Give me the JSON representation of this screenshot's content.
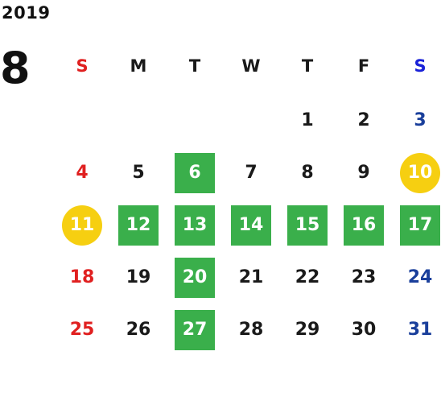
{
  "year": "2019",
  "month": "8",
  "weekdays": [
    "S",
    "M",
    "T",
    "W",
    "T",
    "F",
    "S"
  ],
  "colors": {
    "sunday": "#e02020",
    "saturday": "#1a3f9b",
    "weekday": "#1a1a1a",
    "highlight_green": "#3aaf4b",
    "highlight_yellow": "#f6cf11"
  },
  "weeks": [
    [
      {
        "day": ""
      },
      {
        "day": ""
      },
      {
        "day": ""
      },
      {
        "day": ""
      },
      {
        "day": "1"
      },
      {
        "day": "2"
      },
      {
        "day": "3"
      }
    ],
    [
      {
        "day": "4"
      },
      {
        "day": "5"
      },
      {
        "day": "6",
        "mark": "green"
      },
      {
        "day": "7"
      },
      {
        "day": "8"
      },
      {
        "day": "9"
      },
      {
        "day": "10",
        "mark": "yellow"
      }
    ],
    [
      {
        "day": "11",
        "mark": "yellow"
      },
      {
        "day": "12",
        "mark": "green"
      },
      {
        "day": "13",
        "mark": "green"
      },
      {
        "day": "14",
        "mark": "green"
      },
      {
        "day": "15",
        "mark": "green"
      },
      {
        "day": "16",
        "mark": "green"
      },
      {
        "day": "17",
        "mark": "green"
      }
    ],
    [
      {
        "day": "18"
      },
      {
        "day": "19"
      },
      {
        "day": "20",
        "mark": "green"
      },
      {
        "day": "21"
      },
      {
        "day": "22"
      },
      {
        "day": "23"
      },
      {
        "day": "24"
      }
    ],
    [
      {
        "day": "25"
      },
      {
        "day": "26"
      },
      {
        "day": "27",
        "mark": "green"
      },
      {
        "day": "28"
      },
      {
        "day": "29"
      },
      {
        "day": "30"
      },
      {
        "day": "31"
      }
    ]
  ]
}
